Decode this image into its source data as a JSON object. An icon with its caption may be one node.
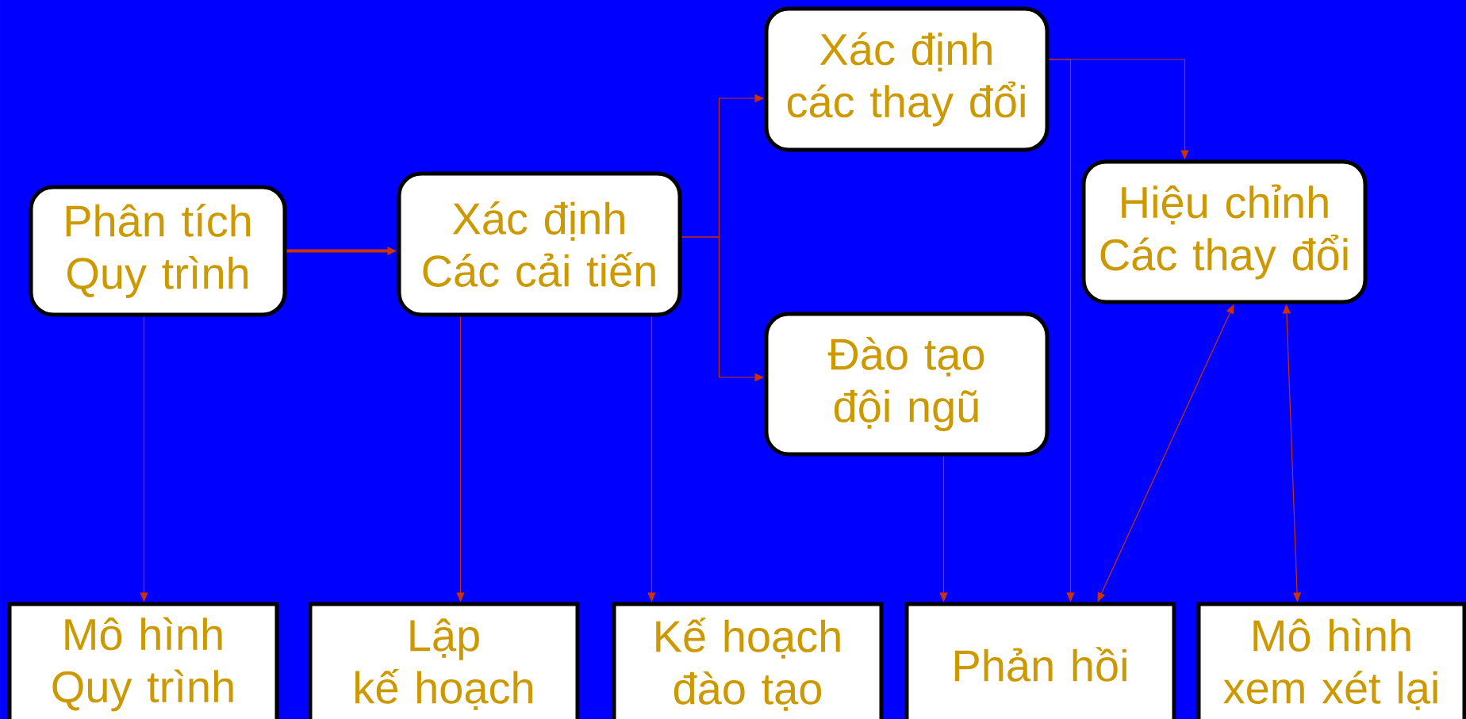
{
  "diagram": {
    "nodes": [
      {
        "text": [
          "Phân tích Quy trình"
        ]
      },
      {
        "text": [
          "Xác định Các cải tiến"
        ]
      },
      {
        "text": [
          "Xác định các thay đổi"
        ]
      },
      {
        "text": [
          "Hiệu chỉnh Các thay đổi"
        ]
      },
      {
        "text": [
          "Đào tạo đội ngũ"
        ]
      },
      {
        "text": [
          "Mô hình Quy trình"
        ]
      },
      {
        "text": [
          "Lập kế hoạch"
        ]
      },
      {
        "text": [
          "Kế hoạch đào tạo"
        ]
      },
      {
        "text": [
          "Phản hồi"
        ]
      },
      {
        "text": [
          "Mô hình xem xét lại"
        ]
      }
    ],
    "edges": [
      {
        "from": 0,
        "to": 5,
        "arrow": "to"
      },
      {
        "from": 0,
        "to": 1,
        "arrow": "to",
        "style": "thick"
      },
      {
        "from": 1,
        "to": 6,
        "arrow": "to"
      },
      {
        "from": 1,
        "to": 7,
        "arrow": "to"
      },
      {
        "from": 1,
        "to": 2,
        "arrow": "to"
      },
      {
        "from": 1,
        "to": 4,
        "arrow": "to"
      },
      {
        "from": 2,
        "to": 3,
        "arrow": "to"
      },
      {
        "from": 2,
        "to": 8,
        "arrow": "to"
      },
      {
        "from": 4,
        "to": 8,
        "arrow": "to"
      },
      {
        "from": 3,
        "to": 8,
        "arrow": "both"
      },
      {
        "from": 3,
        "to": 9,
        "arrow": "both"
      }
    ]
  }
}
